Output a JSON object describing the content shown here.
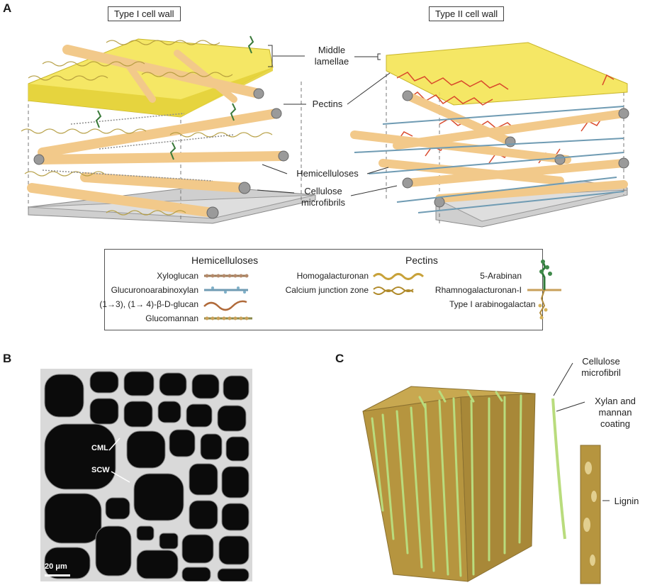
{
  "panels": {
    "a": "A",
    "b": "B",
    "c": "C"
  },
  "type1_title": "Type I cell wall",
  "type2_title": "Type II cell wall",
  "callouts": {
    "middle_lamellae": "Middle\nlamellae",
    "pectins": "Pectins",
    "hemicelluloses": "Hemicelluloses",
    "cellulose_microfibrils": "Cellulose\nmicrofibrils"
  },
  "legend": {
    "hemicelluloses_heading": "Hemicelluloses",
    "pectins_heading": "Pectins",
    "hemicelluloses_items": [
      "Xyloglucan",
      "Glucuronoarabinoxylan",
      "(1→3), (1→ 4)-β-D-glucan",
      "Glucomannan"
    ],
    "pectins_items": [
      "Homogalacturonan",
      "Calcium junction zone"
    ],
    "pectin_side_items": [
      "5-Arabinan",
      "Rhamnogalacturonan-I",
      "Type I arabinogalactan"
    ]
  },
  "micrograph": {
    "cml": "CML",
    "scw": "SCW",
    "scale_bar": "20 μm"
  },
  "model_c": {
    "cellulose_microfibril": "Cellulose\nmicrofibril",
    "xylan_mannan": "Xylan and\nmannan\ncoating",
    "lignin": "Lignin"
  },
  "colors": {
    "middle_lamella": "#f3e34a",
    "microfibril": "#f2c98a",
    "pectin_red": "#d9482b",
    "xylan_blue": "#6f9bb3",
    "lignin": "#b6953f",
    "fibril_green": "#b9dc7d"
  }
}
